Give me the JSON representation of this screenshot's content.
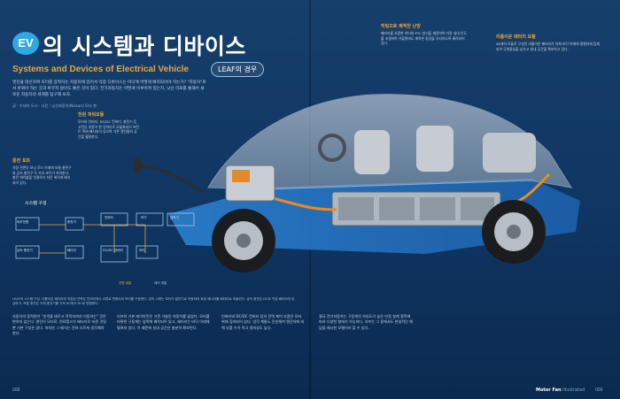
{
  "header": {
    "badge": "EV",
    "title": "의 시스템과 디바이스",
    "subtitle_en": "Systems and Devices of Electrical Vehicle",
    "pill": "LEAF의 경우"
  },
  "lead": "엔진을 대신하여 모터를 장착하는 자동차에 있어서 각종 디바이스는 어디에 어떻게 배치되어야 하는가? \"자동차\"로서 바꿔야 하는 것과 바꾸지 않아도 좋은 것이 있다. 전기자동차는 어떻게 이루어져 있는지, 닛산 리프를 통해서 새로운 자동차의 세계를 탐구해 보자.",
  "byline": "글 : 이데이 도시 · 사진 : 닛산자동차(Nissan) 모터 팬",
  "callouts": {
    "charge_port": {
      "head": "충전 포트",
      "text": "차량 전면부 보닛 후드 아래에 보통 충전구와 급속 충전구 두 가지 포트가 위치한다. 충전 케이블을 연결하기 쉬운 위치에 배치되어 있다."
    },
    "power_module": {
      "head": "전원 파워모듈",
      "text": "모터와 인버터, DC/DC 컨버터, 충전기 등 고전압 부품이 한 덩어리로 모듈화되어 프런트 쪽에 배치되어 있으며 기존 엔진룸의 공간을 활용한다."
    },
    "heater": {
      "head": "히팅으로 쾌적한 난방",
      "text": "배터리를 사용한 히터와 PTC 방식을 채용하여 차량 실내 온도를 조절하며 겨울철에도 쾌적한 환경을 유지하도록 배려되어 있다."
    },
    "controller": {
      "head": "리튬이온 배터리 모듈",
      "text": "48개의 모듈로 구성된 리튬이온 배터리가 차체 바닥 아래에 평평하게 탑재되어 무게중심을 낮추고 실내 공간을 확보하고 있다."
    }
  },
  "diagram": {
    "title": "시스템 구성",
    "nodes": [
      "외부전원",
      "급속 충전기",
      "충전기",
      "배터리",
      "인버터",
      "DC/DC 컨버터",
      "보기",
      "모터",
      "감속기"
    ],
    "legend": [
      "전원 계통",
      "제어 계통"
    ]
  },
  "caption": "LEAF의 시스템 구성. 리튬이온 배터리에 저장된 전력은 인버터에서 교류로 변환되어 모터를 구동한다. 감속 시에는 모터가 발전기로 작동하여 회생 에너지를 배터리로 되돌린다. 급속 충전은 DC로 직접 배터리에 공급하고, 보통 충전은 차재 충전기를 거쳐 AC에서 DC로 변환한다.",
  "body": {
    "col1": "자동차의 동력원이 \"승객을 태우고 목적지까지 이동하는\" 것은 변하지 않는다. 엔진이 모터로, 연료탱크가 배터리로 바뀐 것일 뿐 기본 구성은 같다. 하지만 그 배치는 전혀 다르게 생각해야 한다.",
    "col2": "리프의 기본 레이아웃은 기존 가솔린 자동차를 닮았다. 모터를 비롯한 구동계는 앞쪽에 배치되어 있고, 배터리는 바닥 아래에 펼쳐져 있다. 이 때문에 실내 공간은 충분히 확보된다.",
    "col3": "인버터와 DC/DC 컨버터 등의 전력 제어 부품은 모터 위에 집약되어 있다. 냉각 계통도 단순해져 엔진차에 비해 부품 수가 적고 정비성도 높다.",
    "col4": "결국 전기자동차는 구동계의 자유도가 높은 만큼 설계 철학에 따라 다양한 형태가 가능하다. 리프는 그 중에서도 현실적인 해답을 제시한 모델이라 할 수 있다."
  },
  "footer": {
    "left": "008",
    "magazine": "Motor Fan",
    "magazine_sub": "illustrated",
    "right": "009"
  }
}
